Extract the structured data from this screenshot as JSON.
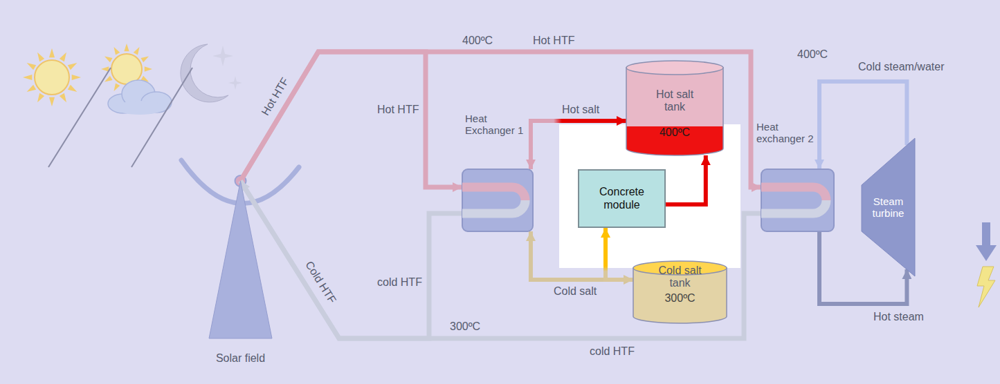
{
  "diagram": {
    "nodes": [
      {
        "text": [
          "Solar field"
        ]
      },
      {
        "text": [
          "Heat Exchanger 1"
        ]
      },
      {
        "text": [
          "Hot salt tank",
          "400ºC"
        ]
      },
      {
        "text": [
          "Concrete module"
        ]
      },
      {
        "text": [
          "Cold salt tank",
          "300ºC"
        ]
      },
      {
        "text": [
          "Heat exchanger 2"
        ]
      },
      {
        "text": [
          "Steam turbine"
        ]
      }
    ],
    "edges": [
      {
        "from": 0,
        "to": 1,
        "arrow": "to",
        "label": "Hot HTF"
      },
      {
        "from": 0,
        "to": 5,
        "arrow": "to",
        "label": "Hot HTF"
      },
      {
        "from": 1,
        "to": 0,
        "arrow": "to",
        "label": "cold HTF"
      },
      {
        "from": 5,
        "to": 0,
        "arrow": "to",
        "label": "cold HTF"
      },
      {
        "from": 1,
        "to": 2,
        "arrow": "both",
        "label": "Hot salt"
      },
      {
        "from": 1,
        "to": 4,
        "arrow": "both",
        "label": "Cold salt"
      },
      {
        "from": 4,
        "to": 3,
        "arrow": "to"
      },
      {
        "from": 3,
        "to": 2,
        "arrow": "to"
      },
      {
        "from": 5,
        "to": 6,
        "arrow": "to",
        "label": "Hot steam"
      },
      {
        "from": 6,
        "to": 5,
        "arrow": "to",
        "label": "Cold steam/water"
      }
    ],
    "labels": [
      "Hot HTF",
      "Cold HTF",
      "400ºC",
      "400ºC",
      "300ºC"
    ]
  }
}
